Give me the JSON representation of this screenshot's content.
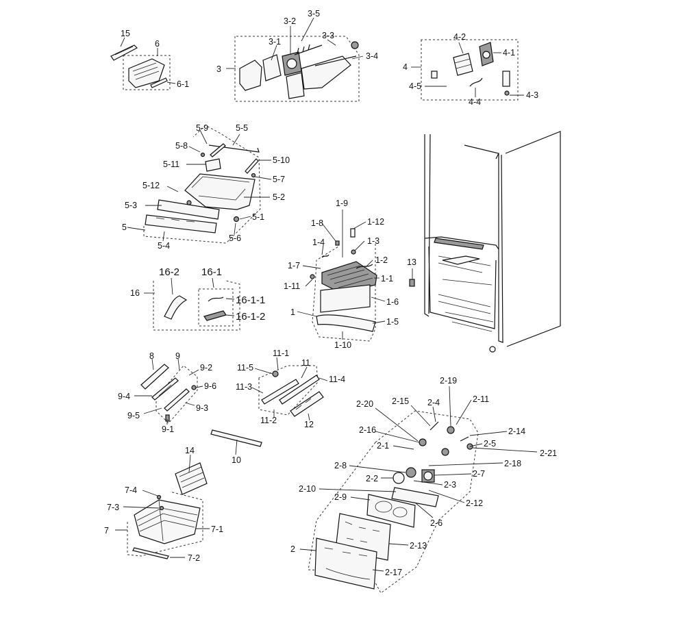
{
  "labels": {
    "g15": "15",
    "g6": "6",
    "g6_1": "6-1",
    "g3": "3",
    "g3_1": "3-1",
    "g3_2": "3-2",
    "g3_3": "3-3",
    "g3_4": "3-4",
    "g3_5": "3-5",
    "g4": "4",
    "g4_1": "4-1",
    "g4_2": "4-2",
    "g4_3": "4-3",
    "g4_4": "4-4",
    "g4_5": "4-5",
    "g5": "5",
    "g5_1": "5-1",
    "g5_2": "5-2",
    "g5_3": "5-3",
    "g5_4": "5-4",
    "g5_5": "5-5",
    "g5_6": "5-6",
    "g5_7": "5-7",
    "g5_8": "5-8",
    "g5_9": "5-9",
    "g5_10": "5-10",
    "g5_11": "5-11",
    "g5_12": "5-12",
    "g16": "16",
    "g16_1": "16-1",
    "g16_2": "16-2",
    "g16_1_1": "16-1-1",
    "g16_1_2": "16-1-2",
    "g1": "1",
    "g1_1": "1-1",
    "g1_2": "1-2",
    "g1_3": "1-3",
    "g1_4": "1-4",
    "g1_5": "1-5",
    "g1_6": "1-6",
    "g1_7": "1-7",
    "g1_8": "1-8",
    "g1_9": "1-9",
    "g1_10": "1-10",
    "g1_11": "1-11",
    "g1_12": "1-12",
    "g13": "13",
    "g8": "8",
    "g9": "9",
    "g9_1": "9-1",
    "g9_2": "9-2",
    "g9_3": "9-3",
    "g9_4": "9-4",
    "g9_5": "9-5",
    "g9_6": "9-6",
    "g11": "11",
    "g11_1": "11-1",
    "g11_2": "11-2",
    "g11_3": "11-3",
    "g11_4": "11-4",
    "g11_5": "11-5",
    "g12": "12",
    "g10": "10",
    "g14": "14",
    "g7": "7",
    "g7_1": "7-1",
    "g7_2": "7-2",
    "g7_3": "7-3",
    "g7_4": "7-4",
    "g2": "2",
    "g2_1": "2-1",
    "g2_2": "2-2",
    "g2_3": "2-3",
    "g2_4": "2-4",
    "g2_5": "2-5",
    "g2_6": "2-6",
    "g2_7": "2-7",
    "g2_8": "2-8",
    "g2_9": "2-9",
    "g2_10": "2-10",
    "g2_11": "2-11",
    "g2_12": "2-12",
    "g2_13": "2-13",
    "g2_14": "2-14",
    "g2_15": "2-15",
    "g2_16": "2-16",
    "g2_17": "2-17",
    "g2_18": "2-18",
    "g2_19": "2-19",
    "g2_20": "2-20",
    "g2_21": "2-21"
  }
}
